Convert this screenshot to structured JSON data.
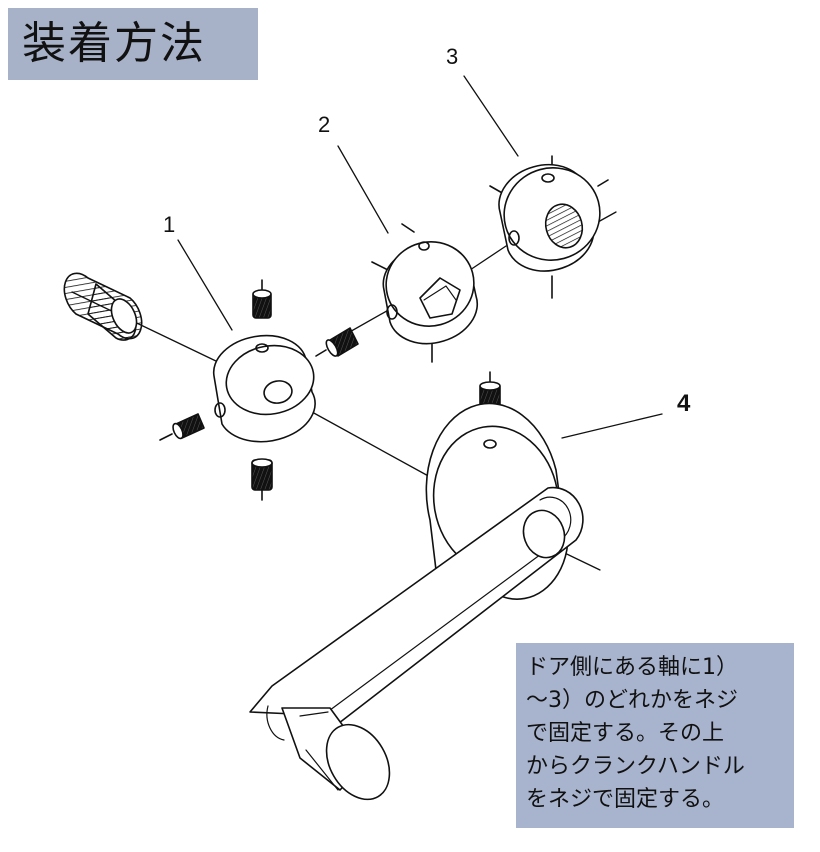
{
  "title": "装着方法",
  "part_labels": {
    "part_1": "1",
    "part_2": "2",
    "part_3": "3",
    "part_4": "4"
  },
  "instruction_note": "ドア側にある軸に1）\n～3）のどれかをネジ\nで固定する。その上\nからクランクハンドル\nをネジで固定する。",
  "colors": {
    "title_background": "#a7b2c9",
    "note_background": "#a8b4cd",
    "line_art": "#111111",
    "page_background": "#ffffff"
  }
}
